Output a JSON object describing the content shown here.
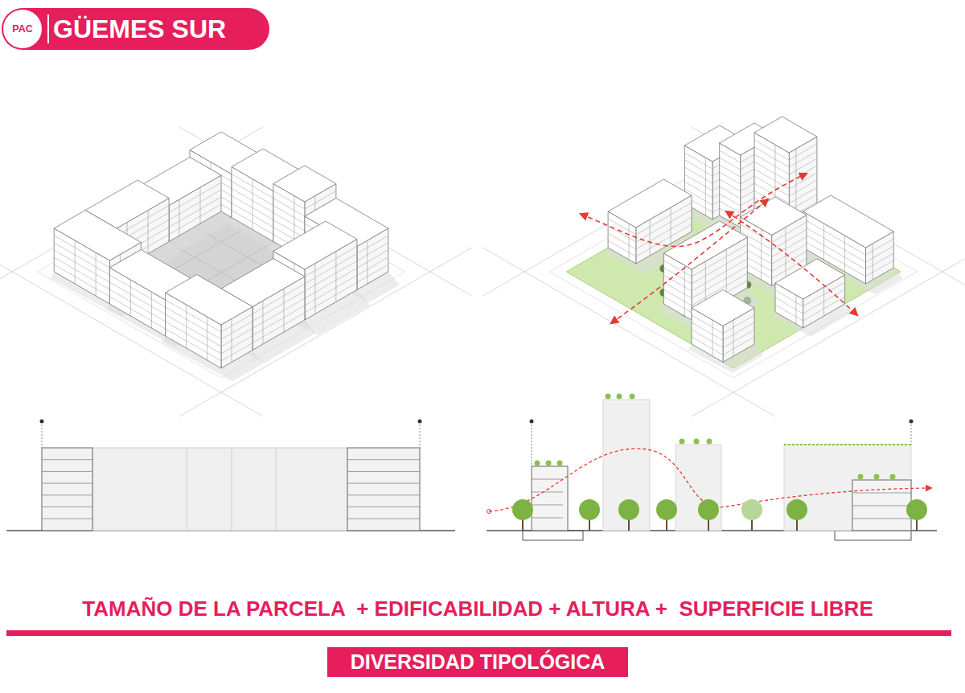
{
  "diagram": {
    "nodes": [
      {
        "text": [
          "GÜEMES SUR"
        ]
      },
      {
        "text": [
          "PAC"
        ],
        "in": 0
      },
      {
        "text": [
          "DIVERSIDAD TIPOLÓGICA"
        ]
      }
    ],
    "labels": [
      "TAMAÑO DE LA PARCELA  + EDIFICABILIDAD + ALTURA +  SUPERFICIE LIBRE"
    ]
  }
}
